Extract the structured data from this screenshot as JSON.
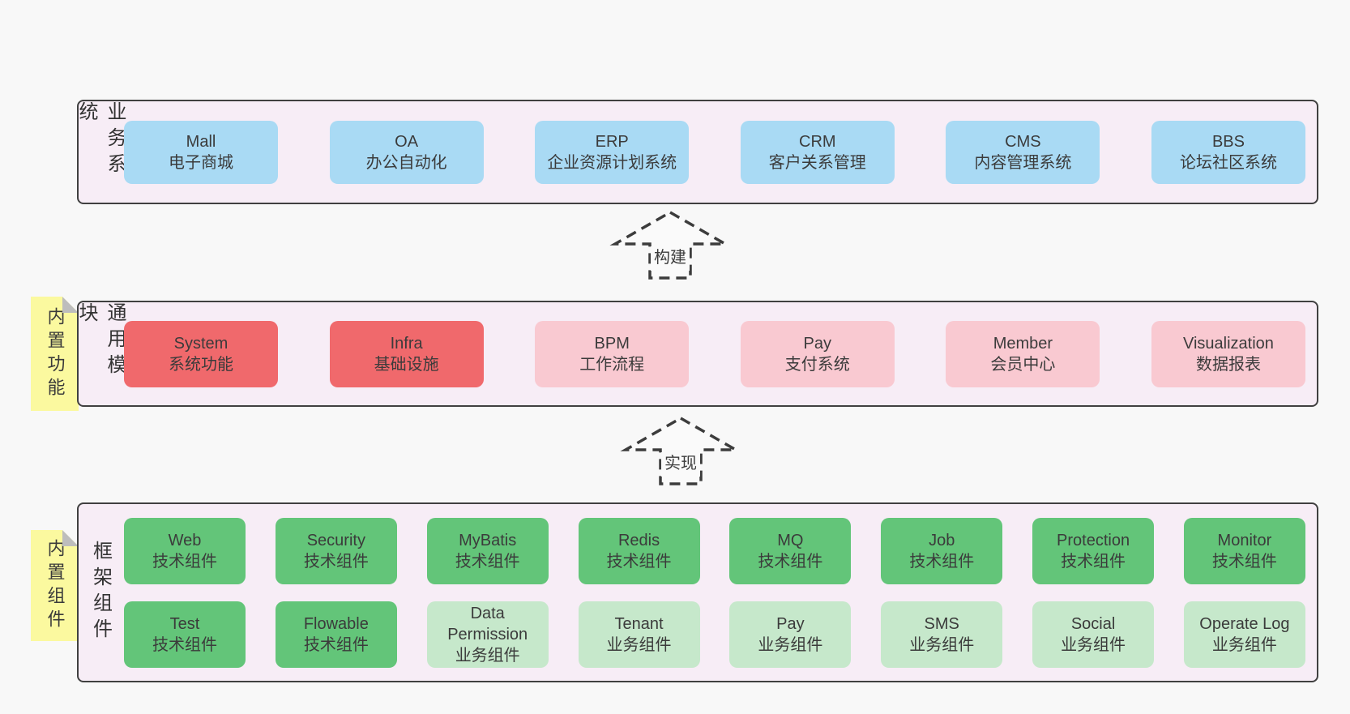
{
  "diagram": {
    "background": "#f8f8f8",
    "colors": {
      "panel_fill": "#f7edf6",
      "panel_border": "#404040",
      "blue_box": "#a9daf4",
      "red_box": "#f0696c",
      "pink_box": "#f9c9d1",
      "green_box": "#63c579",
      "light_green_box": "#c6e8cb",
      "tag_yellow": "#fbf99f",
      "tag_fold": "#bdbdbd",
      "text": "#3b3b3b"
    }
  },
  "arrows": [
    {
      "label": "构建"
    },
    {
      "label": "实现"
    }
  ],
  "sections": [
    {
      "label": "业务系统",
      "rows": [
        [
          {
            "title": "Mall",
            "subtitle": "电子商城"
          },
          {
            "title": "OA",
            "subtitle": "办公自动化"
          },
          {
            "title": "ERP",
            "subtitle": "企业资源计划系统"
          },
          {
            "title": "CRM",
            "subtitle": "客户关系管理"
          },
          {
            "title": "CMS",
            "subtitle": "内容管理系统"
          },
          {
            "title": "BBS",
            "subtitle": "论坛社区系统"
          }
        ]
      ]
    },
    {
      "label": "通用模块",
      "tag": "内置功能",
      "rows": [
        [
          {
            "title": "System",
            "subtitle": "系统功能"
          },
          {
            "title": "Infra",
            "subtitle": "基础设施"
          },
          {
            "title": "BPM",
            "subtitle": "工作流程"
          },
          {
            "title": "Pay",
            "subtitle": "支付系统"
          },
          {
            "title": "Member",
            "subtitle": "会员中心"
          },
          {
            "title": "Visualization",
            "subtitle": "数据报表"
          }
        ]
      ]
    },
    {
      "label": "框架组件",
      "tag": "内置组件",
      "rows": [
        [
          {
            "title": "Web",
            "subtitle": "技术组件"
          },
          {
            "title": "Security",
            "subtitle": "技术组件"
          },
          {
            "title": "MyBatis",
            "subtitle": "技术组件"
          },
          {
            "title": "Redis",
            "subtitle": "技术组件"
          },
          {
            "title": "MQ",
            "subtitle": "技术组件"
          },
          {
            "title": "Job",
            "subtitle": "技术组件"
          },
          {
            "title": "Protection",
            "subtitle": "技术组件"
          },
          {
            "title": "Monitor",
            "subtitle": "技术组件"
          }
        ],
        [
          {
            "title": "Test",
            "subtitle": "技术组件"
          },
          {
            "title": "Flowable",
            "subtitle": "技术组件"
          },
          {
            "title": "Data Permission",
            "subtitle": "业务组件"
          },
          {
            "title": "Tenant",
            "subtitle": "业务组件"
          },
          {
            "title": "Pay",
            "subtitle": "业务组件"
          },
          {
            "title": "SMS",
            "subtitle": "业务组件"
          },
          {
            "title": "Social",
            "subtitle": "业务组件"
          },
          {
            "title": "Operate Log",
            "subtitle": "业务组件"
          }
        ]
      ]
    }
  ]
}
